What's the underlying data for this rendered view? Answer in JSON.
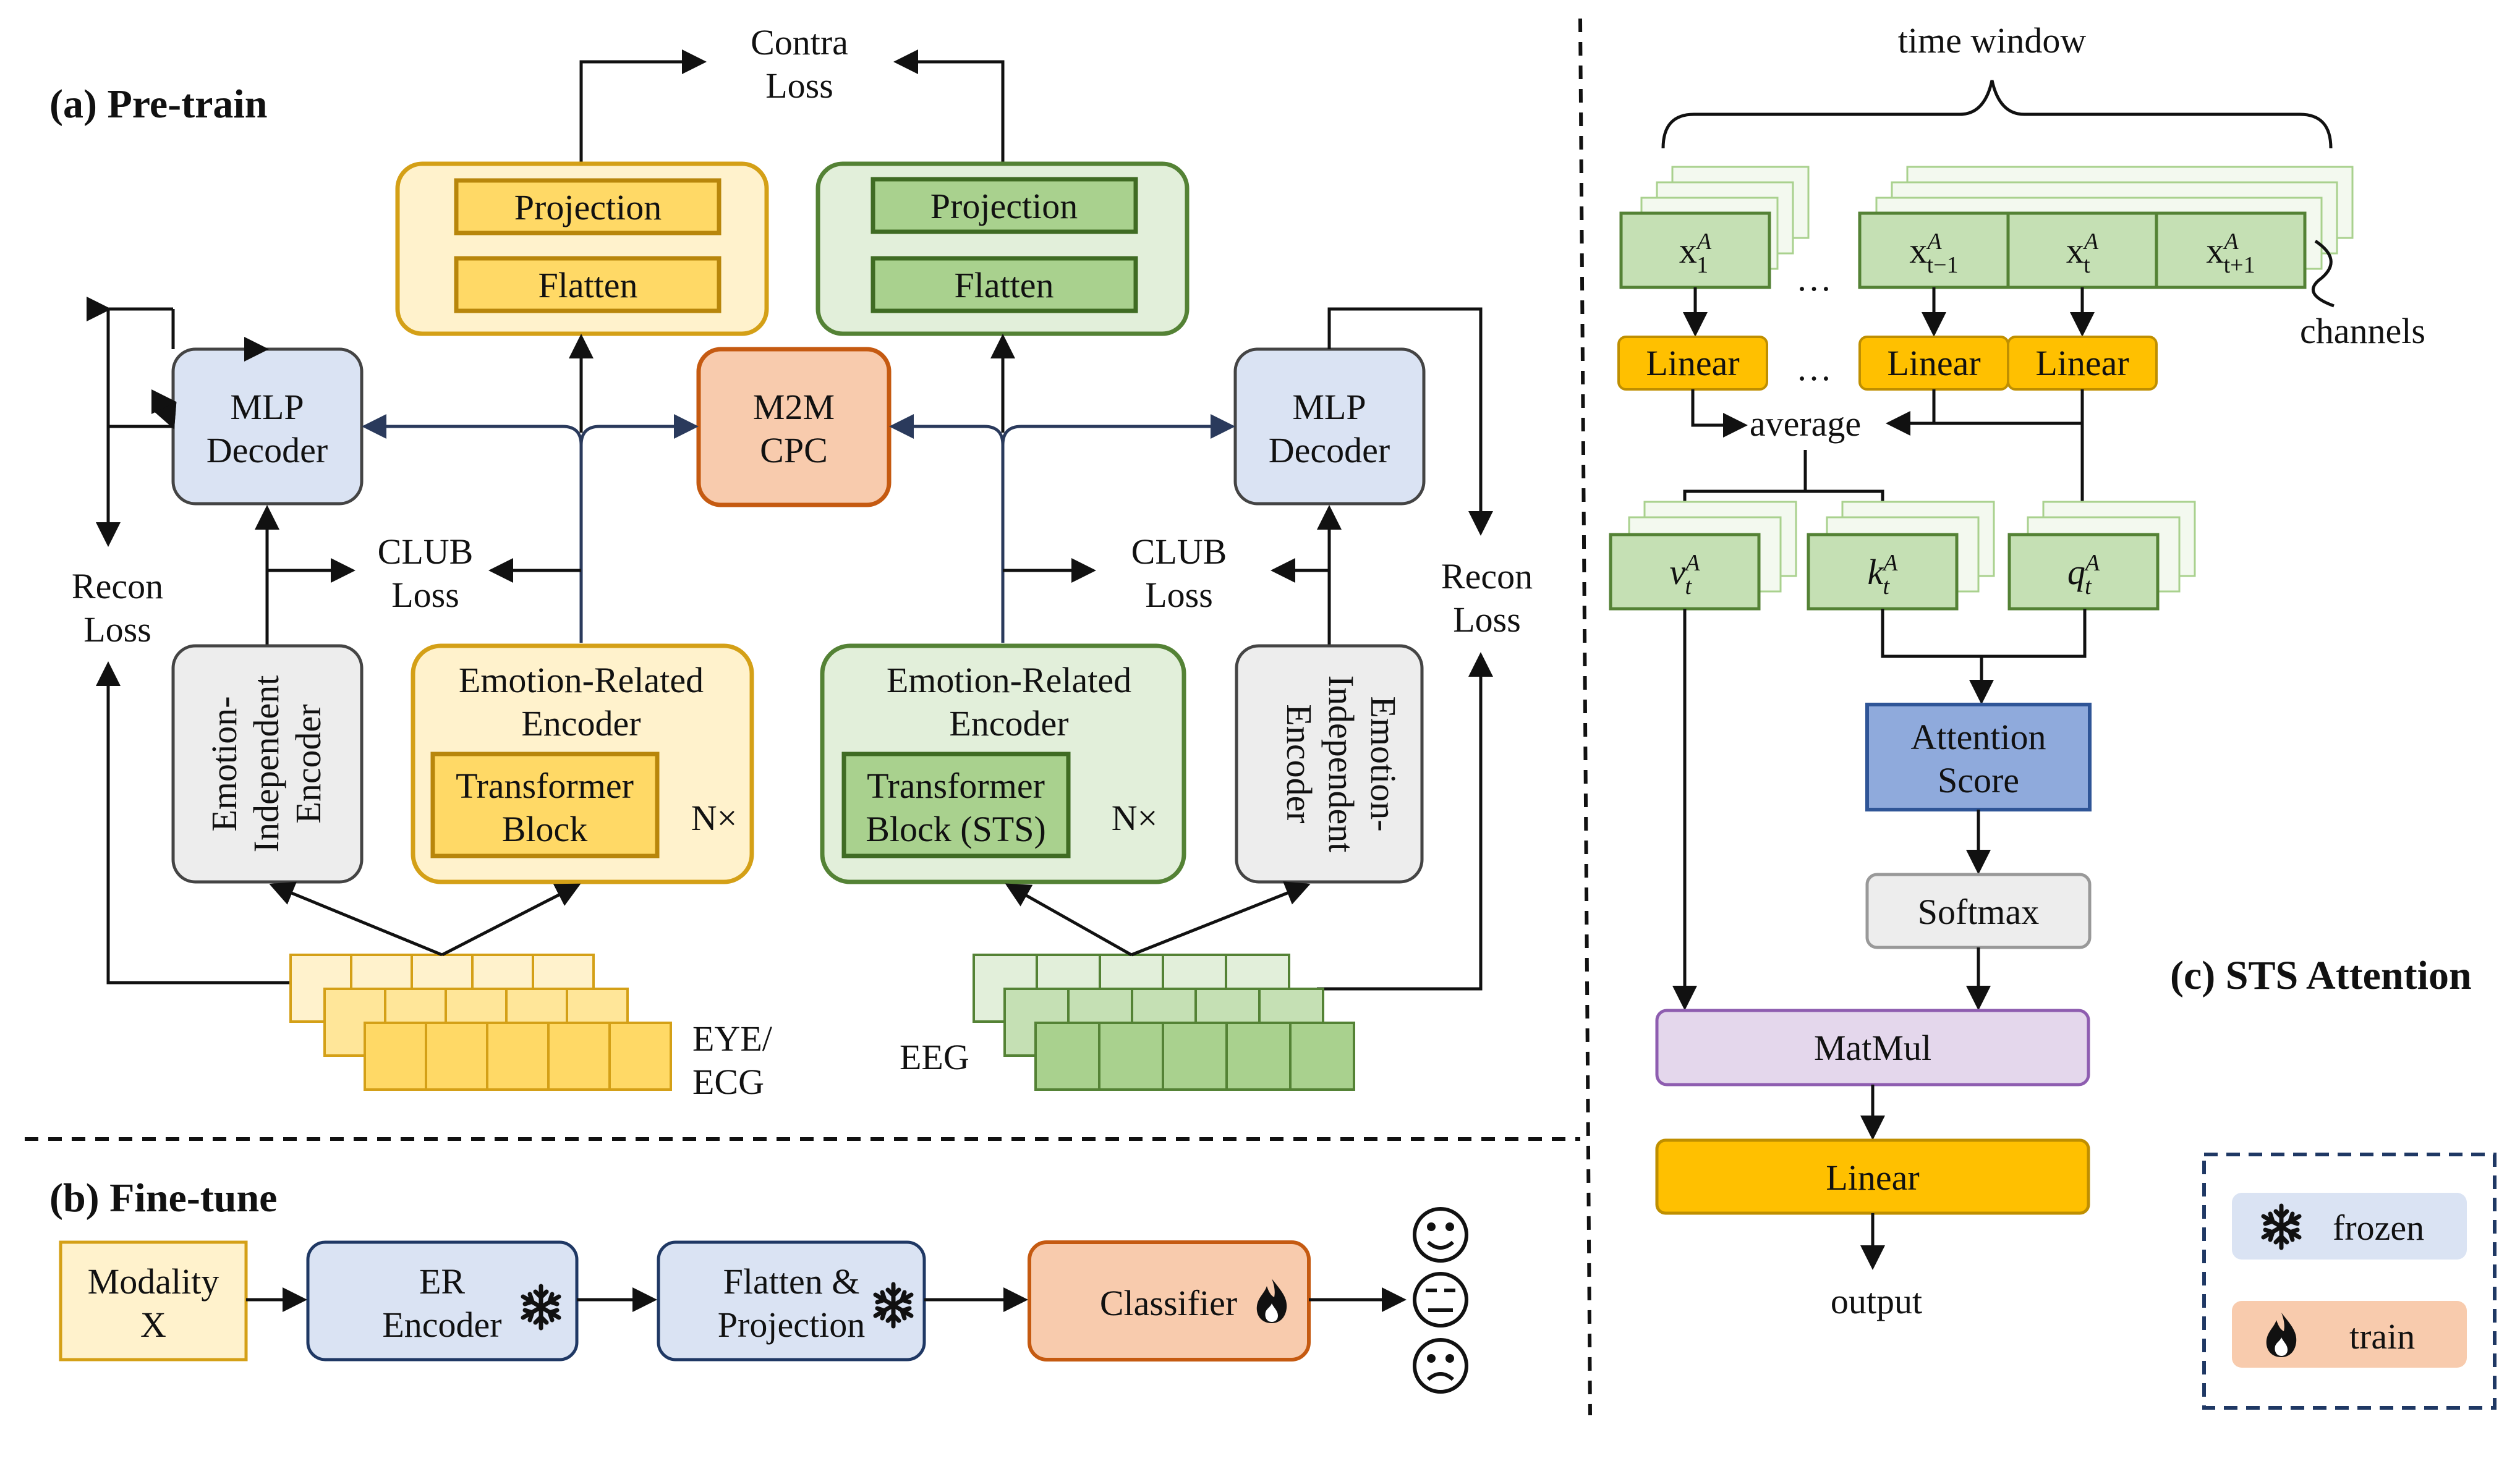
{
  "sections": {
    "pretrain": "(a) Pre-train",
    "finetune": "(b) Fine-tune",
    "sts": "(c) STS Attention"
  },
  "pretrain": {
    "contra_loss": [
      "Contra",
      "Loss"
    ],
    "left_projection": "Projection",
    "left_flatten": "Flatten",
    "right_projection": "Projection",
    "right_flatten": "Flatten",
    "mlp_decoder": [
      "MLP",
      "Decoder"
    ],
    "m2m_cpc": [
      "M2M",
      "CPC"
    ],
    "club_loss": [
      "CLUB",
      "Loss"
    ],
    "recon_loss": [
      "Recon",
      "Loss"
    ],
    "ei_encoder": [
      "Emotion-",
      "Independent",
      "Encoder"
    ],
    "er_encoder": [
      "Emotion-Related",
      "Encoder"
    ],
    "left_block": [
      "Transformer",
      "Block"
    ],
    "right_block": [
      "Transformer",
      "Block (STS)"
    ],
    "repeat": "N×",
    "left_modality": [
      "EYE/",
      "ECG"
    ],
    "right_modality": "EEG"
  },
  "finetune": {
    "modality": [
      "Modality",
      "X"
    ],
    "er_encoder": [
      "ER",
      "Encoder"
    ],
    "flatten_projection": [
      "Flatten &",
      "Projection"
    ],
    "classifier": "Classifier",
    "legend_frozen": "frozen",
    "legend_train": "train"
  },
  "sts": {
    "time_window": "time window",
    "channels": "channels",
    "ellipsis": "…",
    "x1": {
      "base": "x",
      "sup": "A",
      "sub": "1"
    },
    "xtm1": {
      "base": "x",
      "sup": "A",
      "sub": "t−1"
    },
    "xt": {
      "base": "x",
      "sup": "A",
      "sub": "t"
    },
    "xtp1": {
      "base": "x",
      "sup": "A",
      "sub": "t+1"
    },
    "linear": "Linear",
    "average": "average",
    "v": {
      "base": "v",
      "sup": "A",
      "sub": "t"
    },
    "k": {
      "base": "k",
      "sup": "A",
      "sub": "t"
    },
    "q": {
      "base": "q",
      "sup": "A",
      "sub": "t"
    },
    "attention_score": [
      "Attention",
      "Score"
    ],
    "softmax": "Softmax",
    "matmul": "MatMul",
    "linear_out": "Linear",
    "output": "output"
  },
  "colors": {
    "yellow_fill": "#fff2cc",
    "yellow_stroke": "#d4a017",
    "yellow_inner": "#ffd966",
    "green_fill": "#e2efda",
    "green_stroke": "#548235",
    "green_inner": "#a9d18e",
    "blue_fill": "#dae3f3",
    "orange_fill": "#f8cbad",
    "orange_stroke": "#c55a11",
    "gray_fill": "#ededed",
    "linear_fill": "#ffc000",
    "attention_fill": "#8faadc",
    "matmul_fill": "#e4d7ec"
  },
  "icons": [
    "snowflake-icon",
    "flame-icon",
    "smile-face-icon",
    "neutral-face-icon",
    "sad-face-icon"
  ]
}
